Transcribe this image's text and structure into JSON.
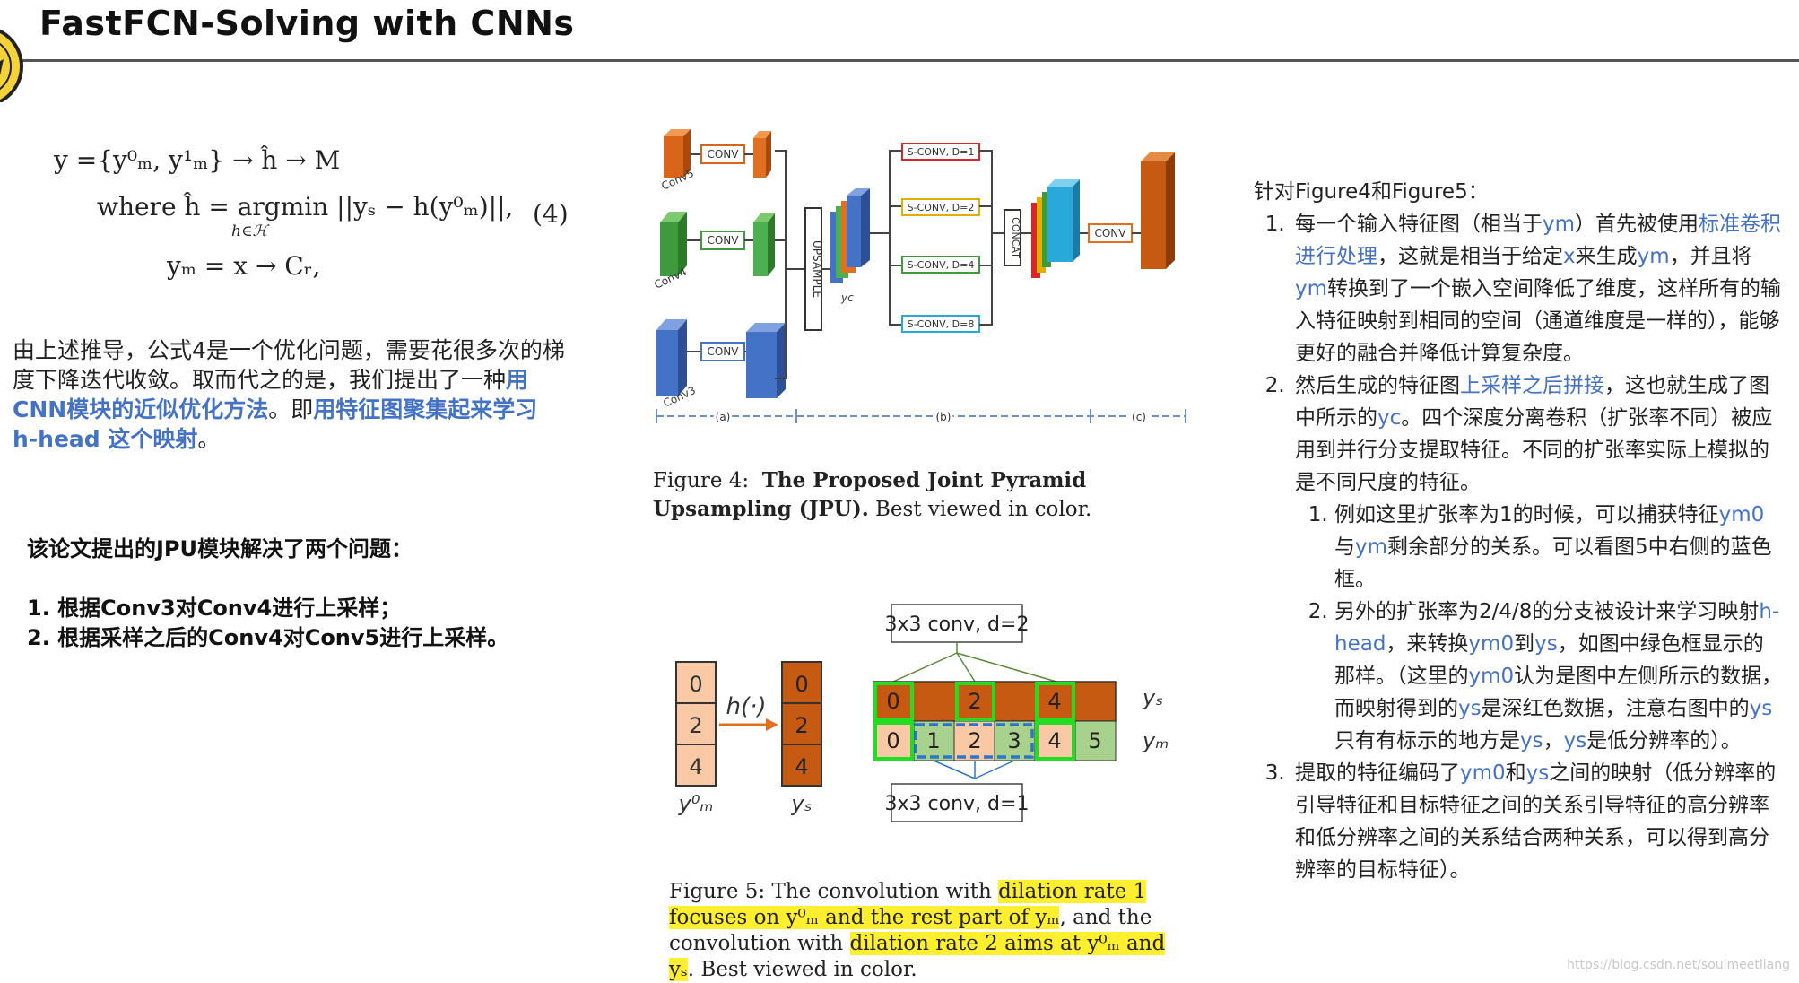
{
  "header": {
    "title": "FastFCN-Solving with CNNs"
  },
  "equation": {
    "line1": "y ={y⁰ₘ, y¹ₘ} → ĥ → M",
    "line2_prefix": "where ĥ = argmin",
    "line2_sub": "h∈ℋ",
    "line2_suffix": "||yₛ − h(y⁰ₘ)||,",
    "number": "(4)",
    "line3": "yₘ = x → Cᵣ,"
  },
  "left": {
    "para_part1": "由上述推导，公式4是一个优化问题，需要花很多次的梯度下降迭代收敛。取而代之的是，我们提出了一种",
    "para_hl1": "用CNN模块的近似优化方法",
    "para_part2": "。即",
    "para_hl2": "用特征图聚集起来学习 h-head 这个映射",
    "para_part3": "。",
    "problems_intro": "该论文提出的JPU模块解决了两个问题：",
    "problem1": "1. 根据Conv3对Conv4进行上采样；",
    "problem2": "2. 根据采样之后的Conv4对Conv5进行上采样。"
  },
  "figure4": {
    "conv_label": "CONV",
    "conv5": "Conv5",
    "conv4": "Conv4",
    "conv3": "Conv3",
    "upsample": "UPSAMPLE",
    "yc": "yc",
    "sconv1": "S-CONV, D=1",
    "sconv2": "S-CONV, D=2",
    "sconv4": "S-CONV, D=4",
    "sconv8": "S-CONV, D=8",
    "concat": "CONCAT",
    "sec_a": "(a)",
    "sec_b": "(b)",
    "sec_c": "(c)",
    "caption_label": "Figure 4:",
    "caption_bold": "The Proposed Joint Pyramid Upsampling (JPU).",
    "caption_rest": " Best viewed in color.",
    "colors": {
      "conv5": "#e07020",
      "conv4": "#4caf50",
      "conv3": "#4472c4"
    }
  },
  "figure5": {
    "left_col": [
      "0",
      "2",
      "4"
    ],
    "h_label": "h(·)",
    "ym0_label": "y⁰ₘ",
    "ys_label": "yₛ",
    "top_box": "3x3 conv, d=2",
    "bottom_box": "3x3 conv, d=1",
    "top_row": [
      "0",
      "",
      "2",
      "",
      "4",
      ""
    ],
    "bottom_row": [
      "0",
      "1",
      "2",
      "3",
      "4",
      "5"
    ],
    "row_ys": "yₛ",
    "row_ym": "yₘ",
    "caption_label": "Figure 5:",
    "caption_text1": " The convolution with ",
    "caption_hl1": "dilation rate 1 focuses on y⁰ₘ and the rest part of yₘ",
    "caption_text2": ", and the convolution with ",
    "caption_hl2": "dilation rate 2 aims at y⁰ₘ and yₛ",
    "caption_text3": ". Best viewed in color."
  },
  "right": {
    "intro": "针对Figure4和Figure5：",
    "item1": [
      "每一个输入特征图（相当于",
      "ym",
      "）首先被使用",
      "标准卷积进行处理",
      "，这就是相当于给定",
      "x",
      "来生成",
      "ym",
      "，并且将",
      "ym",
      "转换到了一个嵌入空间降低了维度，这样所有的输入特征映射到相同的空间（通道维度是一样的），能够更好的融合并降低计算复杂度。"
    ],
    "item2": [
      "然后生成的特征图",
      "上采样之后拼接",
      "，这也就生成了图中所示的",
      "yc",
      "。四个深度分离卷积（扩张率不同）被应用到并行分支提取特征。不同的扩张率实际上模拟的是不同尺度的特征。"
    ],
    "sub1": [
      "例如这里扩张率为1的时候，可以捕获特征",
      "ym0",
      "与",
      "ym",
      "剩余部分的关系。可以看图5中右侧的蓝色框。"
    ],
    "sub2": [
      "另外的扩张率为2/4/8的分支被设计来学习映射",
      "h-head",
      "，来转换",
      "ym0",
      "到",
      "ys",
      "，如图中绿色框显示的那样。（这里的",
      "ym0",
      "认为是图中左侧所示的数据，而映射得到的",
      "ys",
      "是深红色数据，注意右图中的",
      "ys",
      "只有有标示的地方是",
      "ys",
      "，",
      "ys",
      "是低分辨率的）。"
    ],
    "item3": [
      "提取的特征编码了",
      "ym0",
      "和",
      "ys",
      "之间的映射（低分辨率的引导特征和目标特征之间的关系引导特征的高分辨率和低分辨率之间的关系结合两种关系，可以得到高分辨率的目标特征）。"
    ]
  },
  "watermark": "https://blog.csdn.net/soulmeetliang"
}
